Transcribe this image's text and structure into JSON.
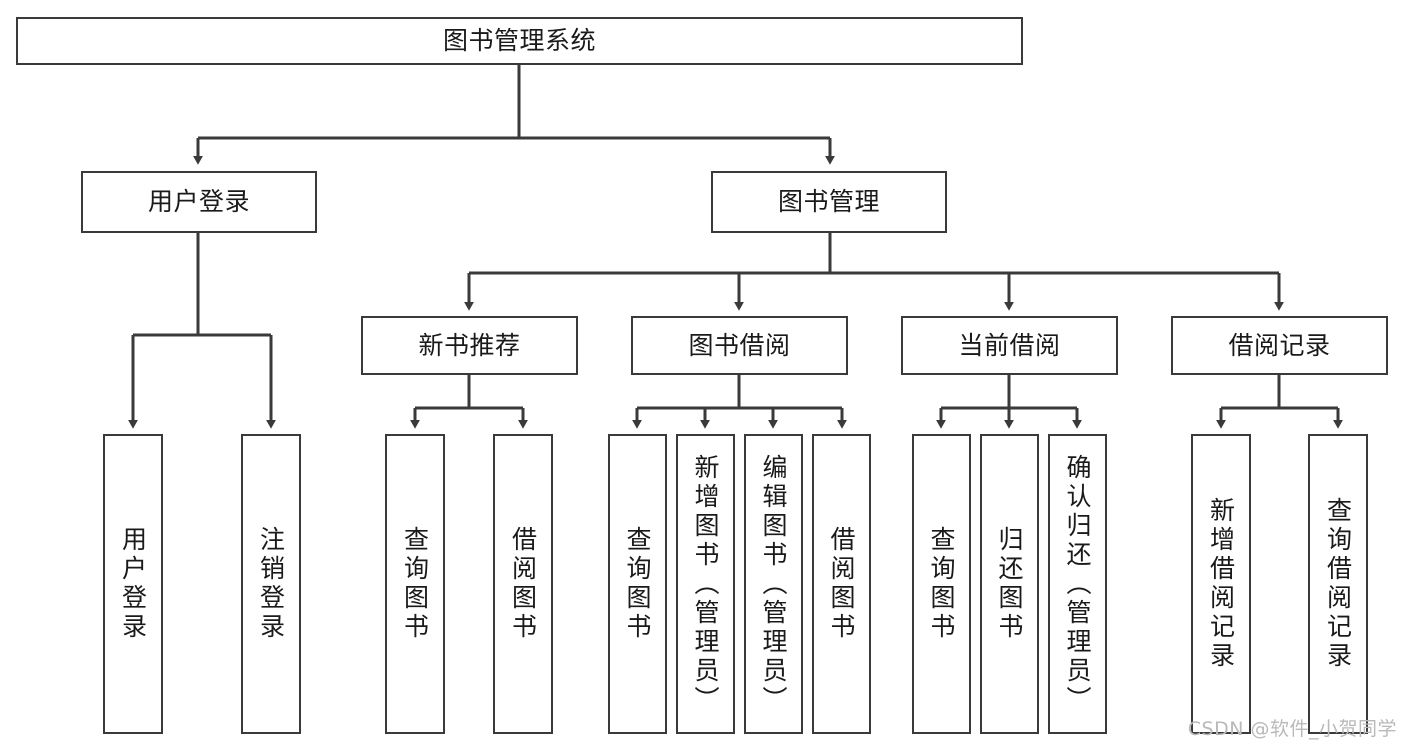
{
  "diagram": {
    "title": "图书管理系统",
    "type": "hierarchy-tree",
    "orientation": "top-down",
    "node_fill": "#ffffff",
    "node_stroke": "#3a3a3a",
    "edge_color": "#3a3a3a",
    "background": "#ffffff"
  },
  "nodes": {
    "root": {
      "label": "图书管理系统",
      "level": 1
    },
    "level2": [
      {
        "id": "user-login",
        "label": "用户登录"
      },
      {
        "id": "book-manage",
        "label": "图书管理"
      }
    ],
    "level3": [
      {
        "id": "new-book-rec",
        "label": "新书推荐",
        "parent": "book-manage"
      },
      {
        "id": "book-borrow",
        "label": "图书借阅",
        "parent": "book-manage"
      },
      {
        "id": "current-borrow",
        "label": "当前借阅",
        "parent": "book-manage"
      },
      {
        "id": "borrow-record",
        "label": "借阅记录",
        "parent": "book-manage"
      }
    ],
    "leaves": [
      {
        "id": "leaf-user-login",
        "label": "用户登录",
        "parent": "user-login"
      },
      {
        "id": "leaf-logout",
        "label": "注销登录",
        "parent": "user-login"
      },
      {
        "id": "leaf-query-book-1",
        "label": "查询图书",
        "parent": "new-book-rec"
      },
      {
        "id": "leaf-borrow-book-1",
        "label": "借阅图书",
        "parent": "new-book-rec"
      },
      {
        "id": "leaf-query-book-2",
        "label": "查询图书",
        "parent": "book-borrow"
      },
      {
        "id": "leaf-add-book",
        "label": "新增图书（管理员）",
        "parent": "book-borrow"
      },
      {
        "id": "leaf-edit-book",
        "label": "编辑图书（管理员）",
        "parent": "book-borrow"
      },
      {
        "id": "leaf-borrow-book-2",
        "label": "借阅图书",
        "parent": "book-borrow"
      },
      {
        "id": "leaf-query-book-3",
        "label": "查询图书",
        "parent": "current-borrow"
      },
      {
        "id": "leaf-return-book",
        "label": "归还图书",
        "parent": "current-borrow"
      },
      {
        "id": "leaf-confirm-return",
        "label": "确认归还（管理员）",
        "parent": "current-borrow"
      },
      {
        "id": "leaf-add-record",
        "label": "新增借阅记录",
        "parent": "borrow-record"
      },
      {
        "id": "leaf-query-record",
        "label": "查询借阅记录",
        "parent": "borrow-record"
      }
    ]
  },
  "watermark": {
    "text": "CSDN @软件_小贺同学"
  }
}
